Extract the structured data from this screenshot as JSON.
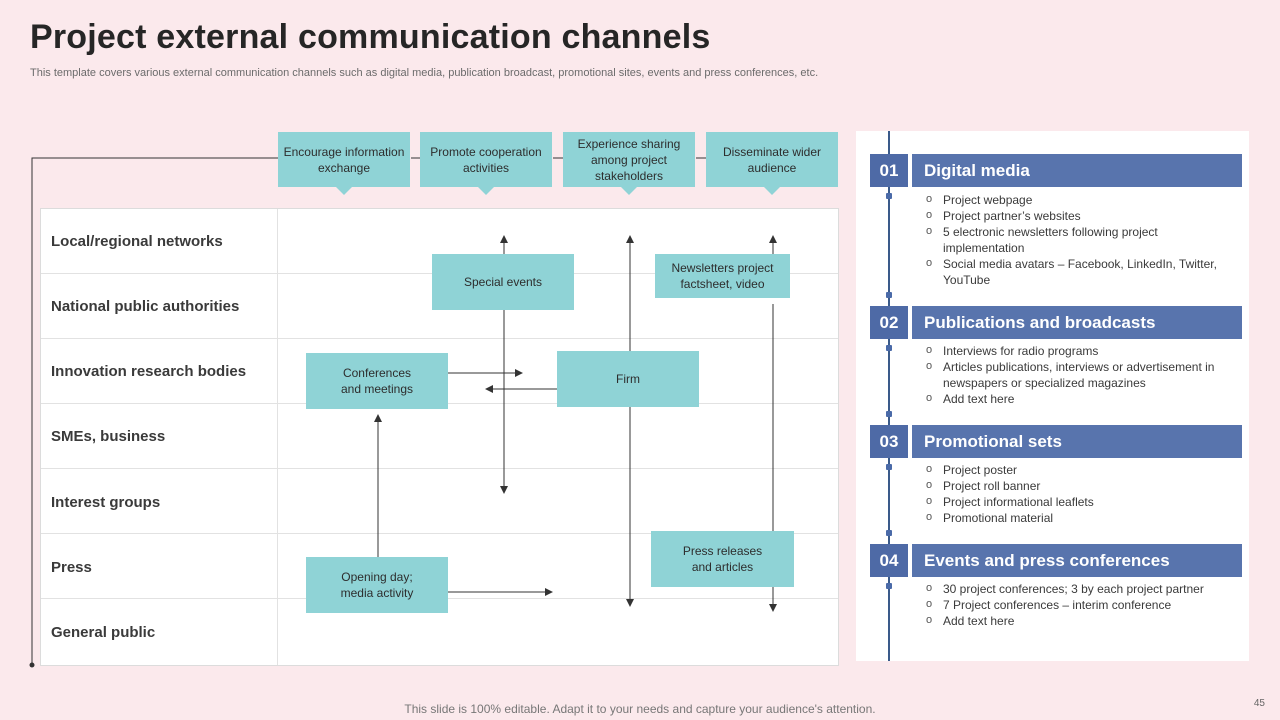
{
  "title": "Project external communication channels",
  "subtitle": "This template covers various external communication channels such as digital media, publication broadcast, promotional sites, events and press conferences, etc.",
  "stages": [
    "Encourage information exchange",
    "Promote cooperation activities",
    "Experience sharing among project stakeholders",
    "Disseminate wider audience"
  ],
  "rows": [
    "Local/regional networks",
    "National public authorities",
    "Innovation research bodies",
    "SMEs, business",
    "Interest groups",
    "Press",
    "General public"
  ],
  "flow_boxes": {
    "special_events": "Special events",
    "newsletters": "Newsletters project factsheet, video",
    "conferences": "Conferences and meetings",
    "firm": "Firm",
    "press_releases": "Press releases and articles",
    "opening_day": "Opening day; media activity"
  },
  "sections": [
    {
      "number": "01",
      "heading": "Digital  media",
      "items": [
        "Project webpage",
        "Project partner’s websites",
        "5 electronic newsletters following project implementation",
        "Social media avatars – Facebook, LinkedIn, Twitter, YouTube"
      ]
    },
    {
      "number": "02",
      "heading": "Publications  and broadcasts",
      "items": [
        "Interviews  for radio programs",
        "Articles publications, interviews  or advertisement in newspapers  or specialized magazines",
        "Add text here"
      ]
    },
    {
      "number": "03",
      "heading": "Promotional sets",
      "items": [
        "Project poster",
        "Project roll banner",
        "Project informational  leaflets",
        "Promotional material"
      ]
    },
    {
      "number": "04",
      "heading": "Events and press conferences",
      "items": [
        "30 project conferences;  3 by each project partner",
        "7 Project conferences  – interim conference",
        "Add text here"
      ]
    }
  ],
  "footer": "This slide is 100% editable. Adapt it to your needs and capture your audience's attention.",
  "page_number": "45",
  "colors": {
    "background": "#fbe9ec",
    "teal_box": "#8fd3d6",
    "section_blue": "#5874ad",
    "number_blue": "#4e6aa6"
  }
}
